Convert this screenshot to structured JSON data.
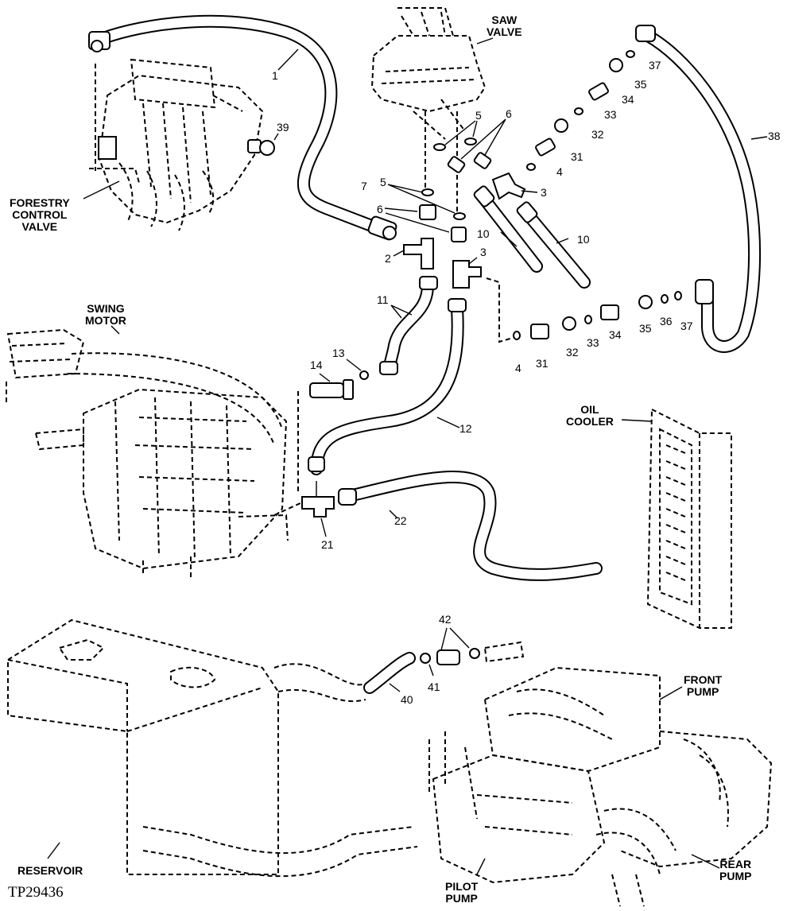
{
  "figure_id": "TP29436",
  "component_labels": {
    "saw_valve": [
      "SAW",
      "VALVE"
    ],
    "forestry_control_valve": [
      "FORESTRY",
      "CONTROL",
      "VALVE"
    ],
    "swing_motor": [
      "SWING",
      "MOTOR"
    ],
    "oil_cooler": [
      "OIL",
      "COOLER"
    ],
    "front_pump": [
      "FRONT",
      "PUMP"
    ],
    "reservoir": "RESERVOIR",
    "pilot_pump": [
      "PILOT",
      "PUMP"
    ],
    "rear_pump": [
      "REAR",
      "PUMP"
    ]
  },
  "callouts": {
    "c1": "1",
    "c39": "39",
    "c5a": "5",
    "c6a": "6",
    "c7": "7",
    "c5b": "5",
    "c6b": "6",
    "c2": "2",
    "c3a": "3",
    "c3b": "3",
    "c10a": "10",
    "c10b": "10",
    "c11": "11",
    "c37a": "37",
    "c35a": "35",
    "c34a": "34",
    "c33a": "33",
    "c32a": "32",
    "c31a": "31",
    "c4a": "4",
    "c38": "38",
    "c4b": "4",
    "c31b": "31",
    "c32b": "32",
    "c33b": "33",
    "c34b": "34",
    "c35b": "35",
    "c36": "36",
    "c37b": "37",
    "c14": "14",
    "c13": "13",
    "c12": "12",
    "c21": "21",
    "c22": "22",
    "c42": "42",
    "c41": "41",
    "c40": "40"
  },
  "icons": [
    "hydraulic-hose",
    "fitting",
    "o-ring",
    "tee-fitting",
    "elbow-fitting"
  ]
}
